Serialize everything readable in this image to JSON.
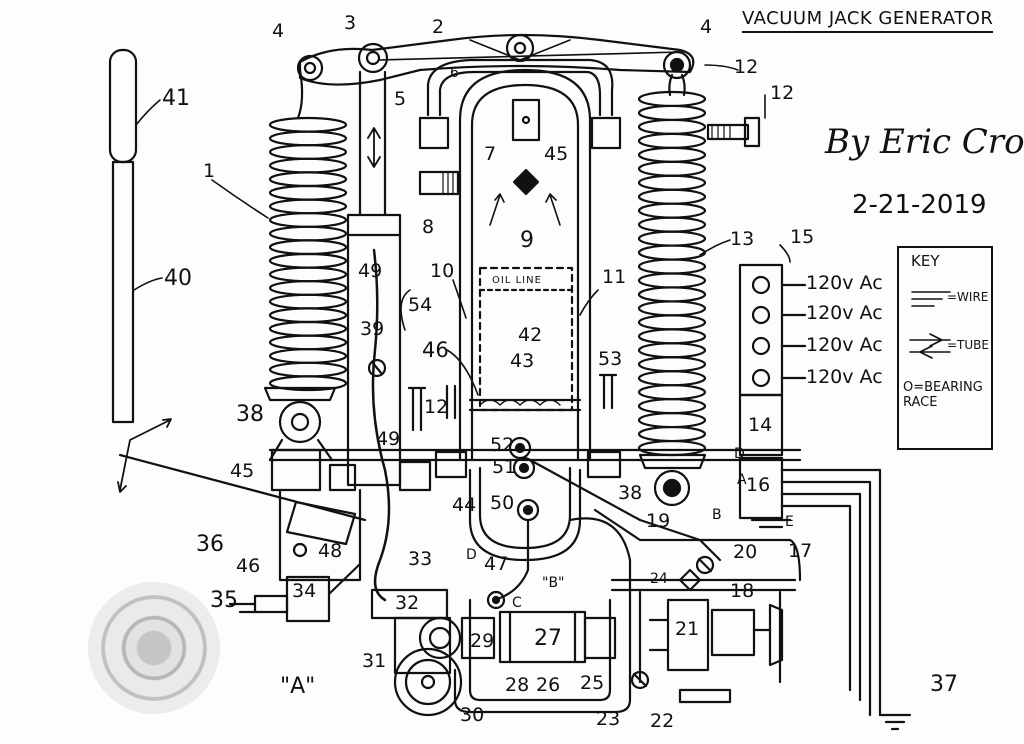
{
  "title": "VACUUM JACK GENERATOR",
  "author": "By Eric Cross",
  "date": "2-21-2019",
  "key": {
    "heading": "KEY",
    "entries": [
      {
        "symbol": "wire",
        "text": "=WIRE"
      },
      {
        "symbol": "tube",
        "text": "=TUBE"
      },
      {
        "symbol": "bearing",
        "text": "O=BEARING RACE"
      }
    ]
  },
  "outlets": [
    "120v Ac",
    "120v Ac",
    "120v Ac",
    "120v Ac"
  ],
  "inner_labels": {
    "oil_line": "OIL LINE"
  },
  "letters": {
    "A_quote": "\"A\"",
    "A": "A",
    "B": "B",
    "B_quote": "\"B\"",
    "C": "C",
    "D": "D",
    "D2": "D",
    "E": "E"
  },
  "parts": [
    "1",
    "2",
    "3",
    "4",
    "4",
    "5",
    "6",
    "7",
    "8",
    "9",
    "10",
    "11",
    "12",
    "12",
    "12",
    "13",
    "14",
    "15",
    "16",
    "17",
    "18",
    "19",
    "20",
    "21",
    "22",
    "23",
    "24",
    "25",
    "26",
    "27",
    "28",
    "29",
    "30",
    "31",
    "32",
    "33",
    "34",
    "35",
    "36",
    "37",
    "38",
    "38",
    "39",
    "40",
    "41",
    "42",
    "43",
    "44",
    "45",
    "45",
    "46",
    "46",
    "47",
    "48",
    "49",
    "49",
    "50",
    "51",
    "52",
    "53",
    "54"
  ],
  "colors": {
    "ink": "#111111",
    "paper": "#fdfdfc",
    "stamp": "#b0b0b0"
  }
}
